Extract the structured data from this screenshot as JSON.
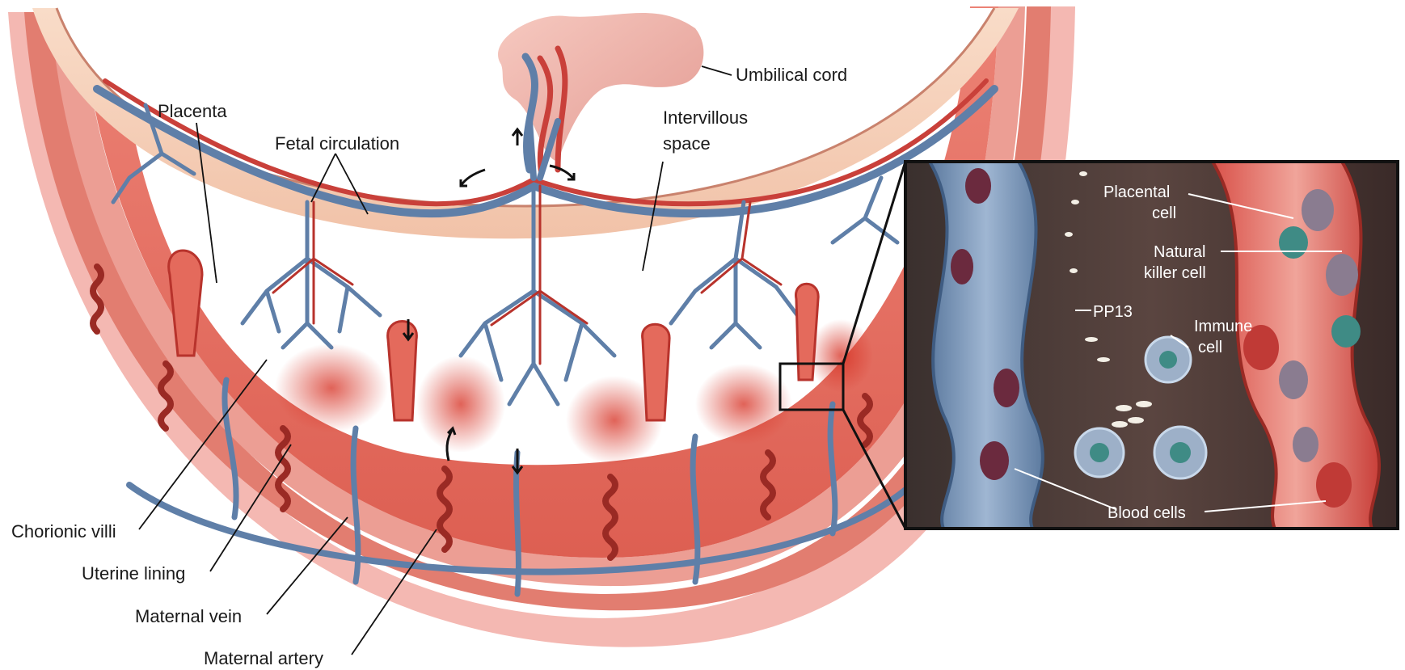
{
  "labels": {
    "umbilical_cord": "Umbilical cord",
    "placenta": "Placenta",
    "fetal_circulation": "Fetal circulation",
    "intervillous_space_1": "Intervillous",
    "intervillous_space_2": "space",
    "chorionic_villi": "Chorionic villi",
    "uterine_lining": "Uterine lining",
    "maternal_vein": "Maternal vein",
    "maternal_artery": "Maternal artery"
  },
  "inset_labels": {
    "placental_cell_1": "Placental",
    "placental_cell_2": "cell",
    "natural_killer_1": "Natural",
    "natural_killer_2": "killer cell",
    "pp13": "PP13",
    "immune_1": "Immune",
    "immune_2": "cell",
    "blood_cells": "Blood cells"
  },
  "colors": {
    "tissue_pink": "#f0a9a0",
    "placenta_red": "#e46a5c",
    "deep_red": "#b8332c",
    "vein_blue": "#5f7fa8",
    "amnion_peach": "#f6d3bd",
    "inset_bg": "#4a3a36",
    "label_text": "#1a1a1a"
  }
}
